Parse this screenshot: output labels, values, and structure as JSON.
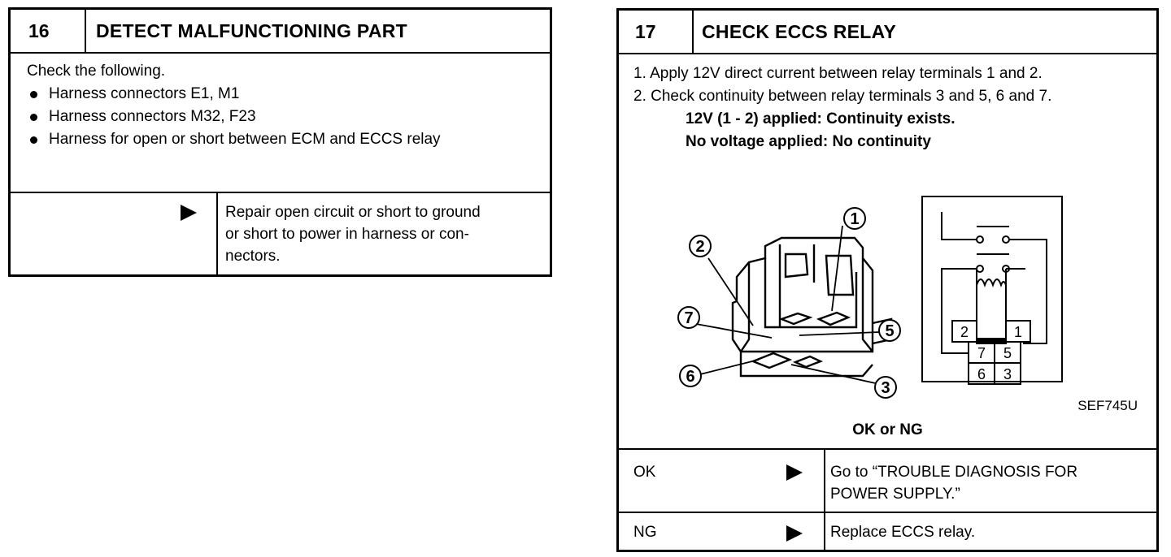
{
  "step16": {
    "number": "16",
    "title": "DETECT MALFUNCTIONING PART",
    "intro": "Check the following.",
    "items": [
      "Harness connectors E1, M1",
      "Harness connectors M32, F23",
      "Harness for open or short between ECM and ECCS relay"
    ],
    "result_lines": [
      "Repair open circuit or short to ground",
      "or short to power in harness or con-",
      "nectors."
    ]
  },
  "step17": {
    "number": "17",
    "title": "CHECK ECCS RELAY",
    "instructions": [
      "1. Apply 12V direct current between relay terminals 1 and 2.",
      "2. Check continuity between relay terminals 3 and 5, 6 and 7."
    ],
    "spec_lines": [
      "12V (1 - 2) applied: Continuity exists.",
      "No voltage applied: No continuity"
    ],
    "figure": {
      "callouts": [
        "1",
        "2",
        "7",
        "5",
        "6",
        "3"
      ],
      "schematic_terminals": [
        "2",
        "1",
        "7",
        "5",
        "6",
        "3"
      ],
      "figure_code": "SEF745U"
    },
    "question": "OK or NG",
    "results": [
      {
        "label": "OK",
        "action_lines": [
          "Go to “TROUBLE DIAGNOSIS FOR",
          "POWER SUPPLY.”"
        ]
      },
      {
        "label": "NG",
        "action_lines": [
          "Replace ECCS relay."
        ]
      }
    ]
  }
}
